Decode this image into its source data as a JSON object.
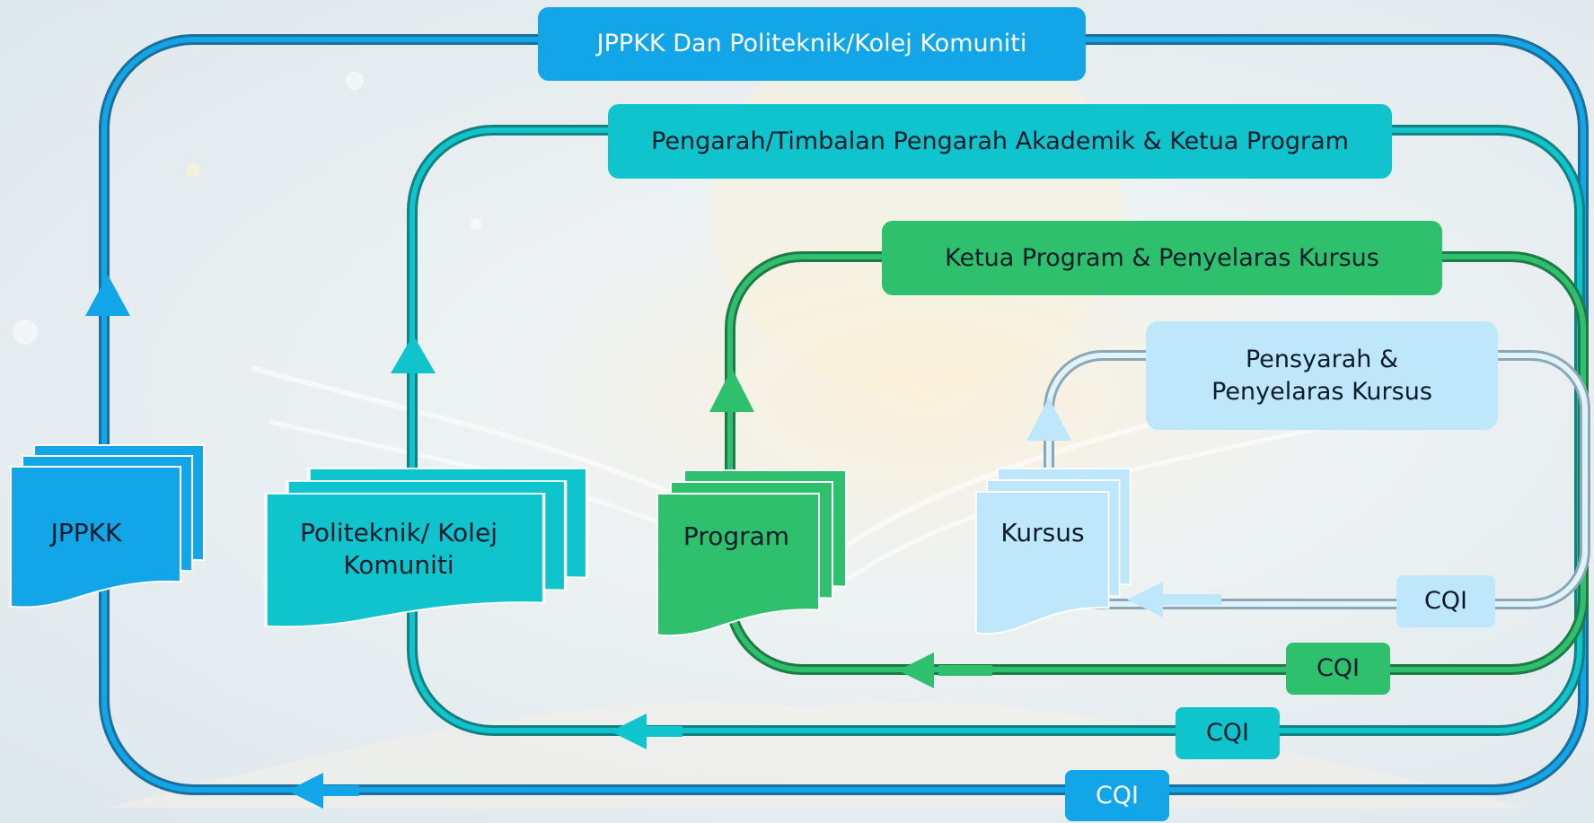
{
  "levels": [
    {
      "title": "JPPKK Dan Politeknik/Kolej Komuniti",
      "document": "JPPKK",
      "cqi": "CQI",
      "color": "#12a5e8"
    },
    {
      "title": "Pengarah/Timbalan Pengarah Akademik & Ketua Program",
      "document": "Politeknik/ Kolej Komuniti",
      "cqi": "CQI",
      "color": "#0fc4cc"
    },
    {
      "title": "Ketua Program & Penyelaras Kursus",
      "document": "Program",
      "cqi": "CQI",
      "color": "#2fc06e"
    },
    {
      "title": "Pensyarah  & Penyelaras Kursus",
      "title_lines": [
        "Pensyarah  &",
        "Penyelaras Kursus"
      ],
      "document": "Kursus",
      "cqi": "CQI",
      "color": "#bfe7fb"
    }
  ],
  "icons": [
    "upward-arrow-icon",
    "leftward-arrow-icon",
    "stacked-document-icon"
  ]
}
